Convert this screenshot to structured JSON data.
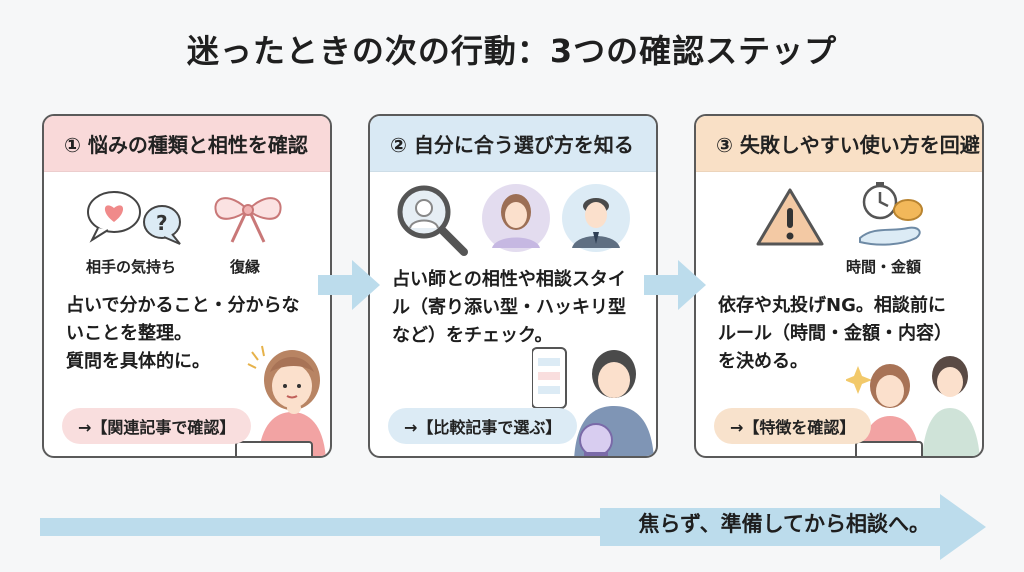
{
  "title": "迷ったときの次の行動：3つの確認ステップ",
  "steps": [
    {
      "header": "① 悩みの種類と相性を確認",
      "icon_labels": [
        "相手の気持ち",
        "復縁"
      ],
      "body_lines": [
        "占いで分かること・分からな",
        "いことを整理。",
        "質問を具体的に。"
      ],
      "link": "→【関連記事で確認】"
    },
    {
      "header": "② 自分に合う選び方を知る",
      "body_lines": [
        "占い師との相性や相談スタイ",
        "ル（寄り添い型・ハッキリ型",
        "など）をチェック。"
      ],
      "link": "→【比較記事で選ぶ】"
    },
    {
      "header": "③ 失敗しやすい使い方を回避",
      "icon_labels": [
        "時間・金額"
      ],
      "body_lines": [
        "依存や丸投げNG。相談前に",
        "ルール（時間・金額・内容）",
        "を決める。"
      ],
      "link": "→【特徴を確認】"
    }
  ],
  "footer": "焦らず、準備してから相談へ。",
  "colors": {
    "step1": "#f9d9d9",
    "step2": "#d9e9f4",
    "step3": "#f9e0c6",
    "arrow": "#bcdcec"
  }
}
